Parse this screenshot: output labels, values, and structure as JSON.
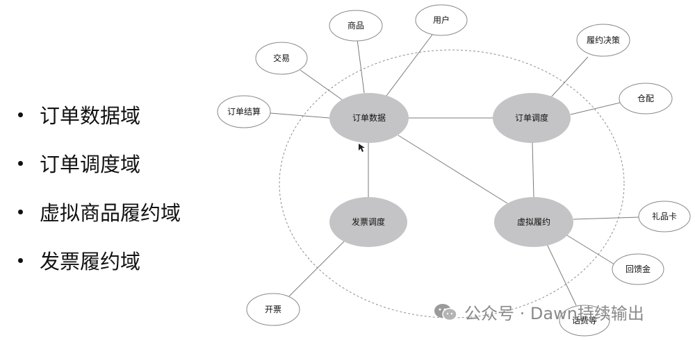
{
  "bullets": [
    "订单数据域",
    "订单调度域",
    "虚拟商品履约域",
    "发票履约域"
  ],
  "nodes": {
    "order_data": "订单数据",
    "order_dispatch": "订单调度",
    "invoice_dispatch": "发票调度",
    "virtual_fulfil": "虚拟履约",
    "product": "商品",
    "user": "用户",
    "trade": "交易",
    "order_settle": "订单结算",
    "fulfil_decision": "履约决策",
    "warehouse": "仓配",
    "gift_card": "礼品卡",
    "cashback": "回馈金",
    "phone_fee": "话费等",
    "invoice": "开票"
  },
  "colors": {
    "core_fill": "#c4c3c5",
    "edge": "#7a7a7a",
    "outline": "#888888"
  },
  "watermark": {
    "text": "公众号 · Dawn持续输出"
  }
}
